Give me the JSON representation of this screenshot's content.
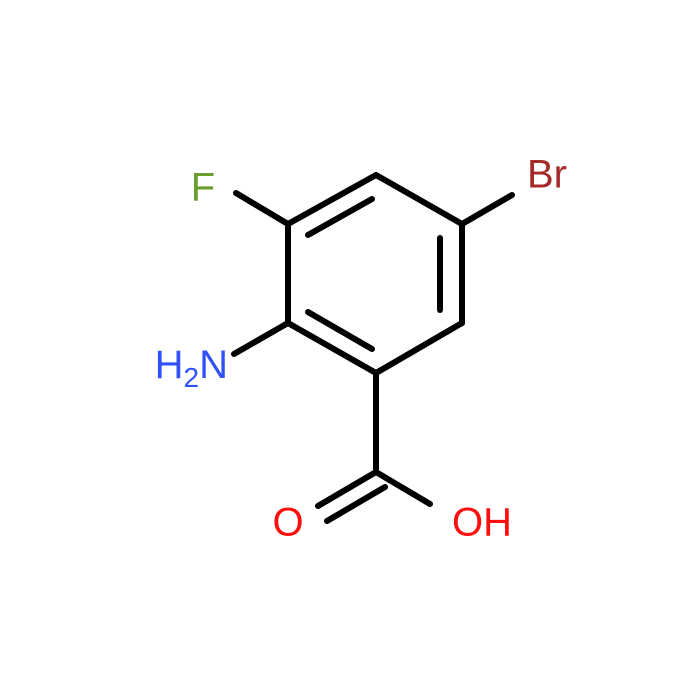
{
  "molecule": {
    "atoms": {
      "fluorine": {
        "label": "F",
        "color": "#6a9e2f"
      },
      "bromine": {
        "label": "Br",
        "color": "#a52a2a"
      },
      "amine": {
        "h": "H",
        "sub": "2",
        "n": "N",
        "color": "#3050f8"
      },
      "carbonyl_oxygen": {
        "label": "O",
        "color": "#ff0d0d"
      },
      "hydroxyl": {
        "label": "OH",
        "color": "#ff0d0d"
      }
    },
    "bond_color": "#000000"
  }
}
